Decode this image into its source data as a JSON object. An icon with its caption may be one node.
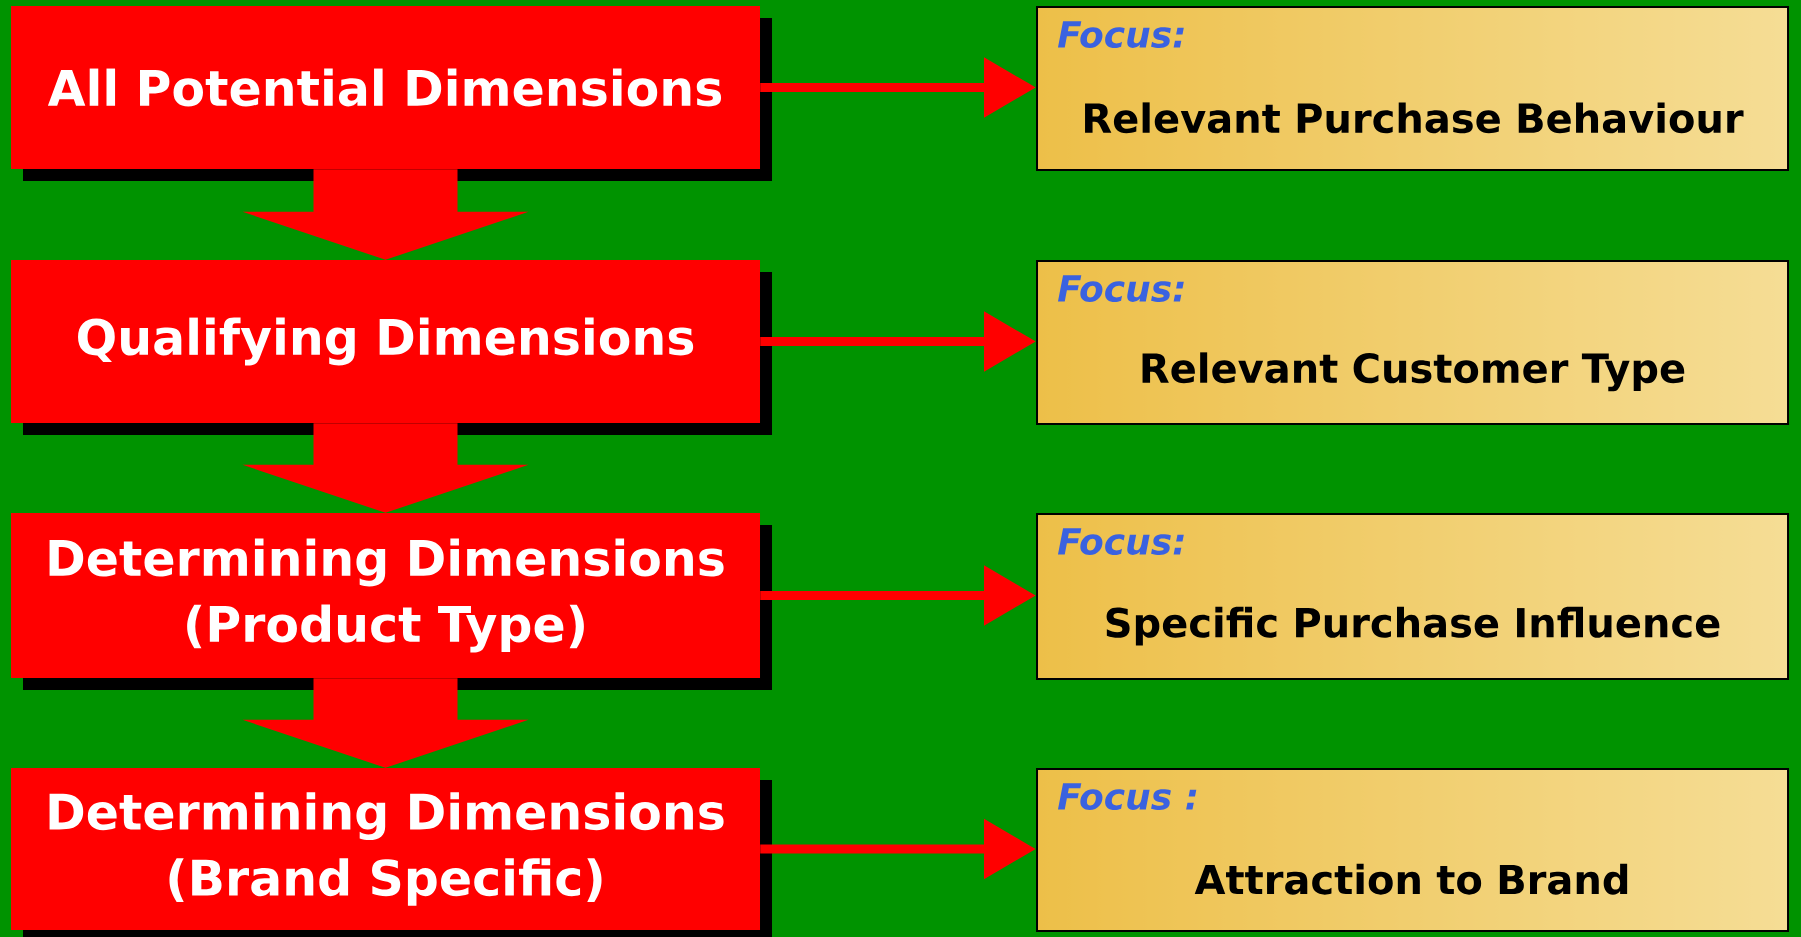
{
  "diagram": {
    "nodes": [
      {
        "text": [
          "All Potential Dimensions"
        ]
      },
      {
        "text": [
          "Qualifying Dimensions"
        ]
      },
      {
        "text": [
          "Determining Dimensions (Product Type)"
        ]
      },
      {
        "text": [
          "Determining Dimensions (Brand Specific)"
        ]
      },
      {
        "text": [
          "Focus:",
          "Relevant Purchase Behaviour"
        ]
      },
      {
        "text": [
          "Focus:",
          "Relevant Customer Type"
        ]
      },
      {
        "text": [
          "Focus:",
          "Specific Purchase Influence"
        ]
      },
      {
        "text": [
          "Focus :",
          "Attraction to Brand"
        ]
      }
    ],
    "edges": [
      {
        "from": 0,
        "to": 1,
        "arrow": "to",
        "style": "thick"
      },
      {
        "from": 1,
        "to": 2,
        "arrow": "to",
        "style": "thick"
      },
      {
        "from": 2,
        "to": 3,
        "arrow": "to",
        "style": "thick"
      },
      {
        "from": 0,
        "to": 4,
        "arrow": "to"
      },
      {
        "from": 1,
        "to": 5,
        "arrow": "to"
      },
      {
        "from": 2,
        "to": 6,
        "arrow": "to"
      },
      {
        "from": 3,
        "to": 7,
        "arrow": "to"
      }
    ]
  }
}
